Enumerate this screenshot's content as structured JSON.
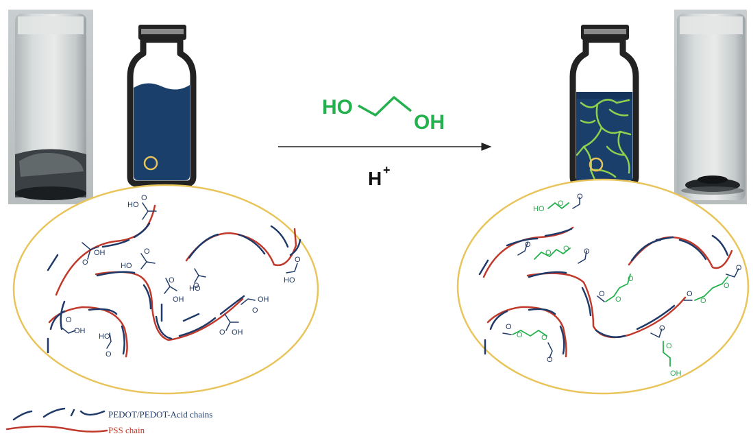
{
  "reagent": {
    "left_group": "HO",
    "right_group": "OH",
    "color": "#22b14c"
  },
  "catalyst": {
    "base": "H",
    "sup": "+"
  },
  "left_groups": [
    "HO",
    "OH",
    "HO",
    "OH",
    "HO",
    "OH",
    "OH",
    "OH",
    "HO"
  ],
  "right_groups": [
    "HO",
    "OH"
  ],
  "legend": {
    "pedot_label": "PEDOT/PEDOT-Acid chains",
    "pss_label": "PSS chain",
    "pedot_color": "#1f3a68",
    "pss_color": "#c0392b"
  },
  "colors": {
    "vial_fill": "#1b3f6b",
    "ellipse": "#e8c45a",
    "network": "#8fd14f"
  }
}
